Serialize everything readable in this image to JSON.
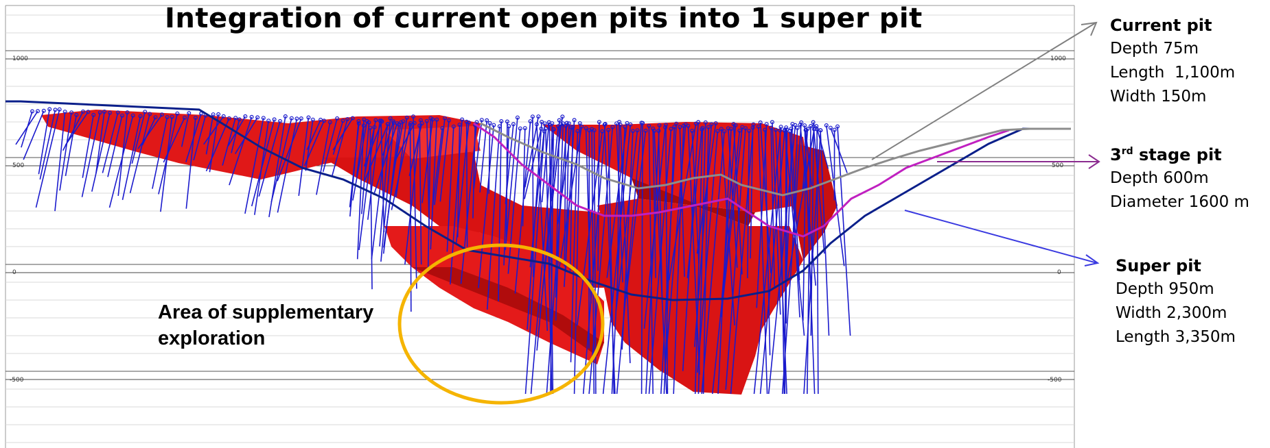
{
  "title": "Integration of current open pits into 1 super pit",
  "axis": {
    "ticks": [
      "1000",
      "500",
      "0",
      "-500"
    ]
  },
  "callouts": {
    "current_pit": {
      "heading": "Current pit",
      "lines": [
        "Depth 75m",
        "Length  1,100m",
        "Width 150m"
      ],
      "color": "#808080"
    },
    "third_stage_pit": {
      "heading_num": "3",
      "heading_sup": "rd",
      "heading_rest": " stage pit",
      "lines": [
        "Depth 600m",
        "Diameter 1600 m"
      ],
      "color": "#8B2B8F"
    },
    "super_pit": {
      "heading": "Super pit",
      "lines": [
        "Depth 950m",
        "Width 2,300m",
        "Length 3,350m"
      ],
      "color": "#3A3AE0"
    }
  },
  "area_label": "Area of supplementary exploration",
  "colors": {
    "ore_body": "#E01010",
    "drill_holes": "#1A1ACC",
    "current_pit_outline": "#8C8C8C",
    "third_stage_outline": "#C020C0",
    "super_pit_outline": "#0A1F8A",
    "exploration_circle": "#F5B400"
  }
}
